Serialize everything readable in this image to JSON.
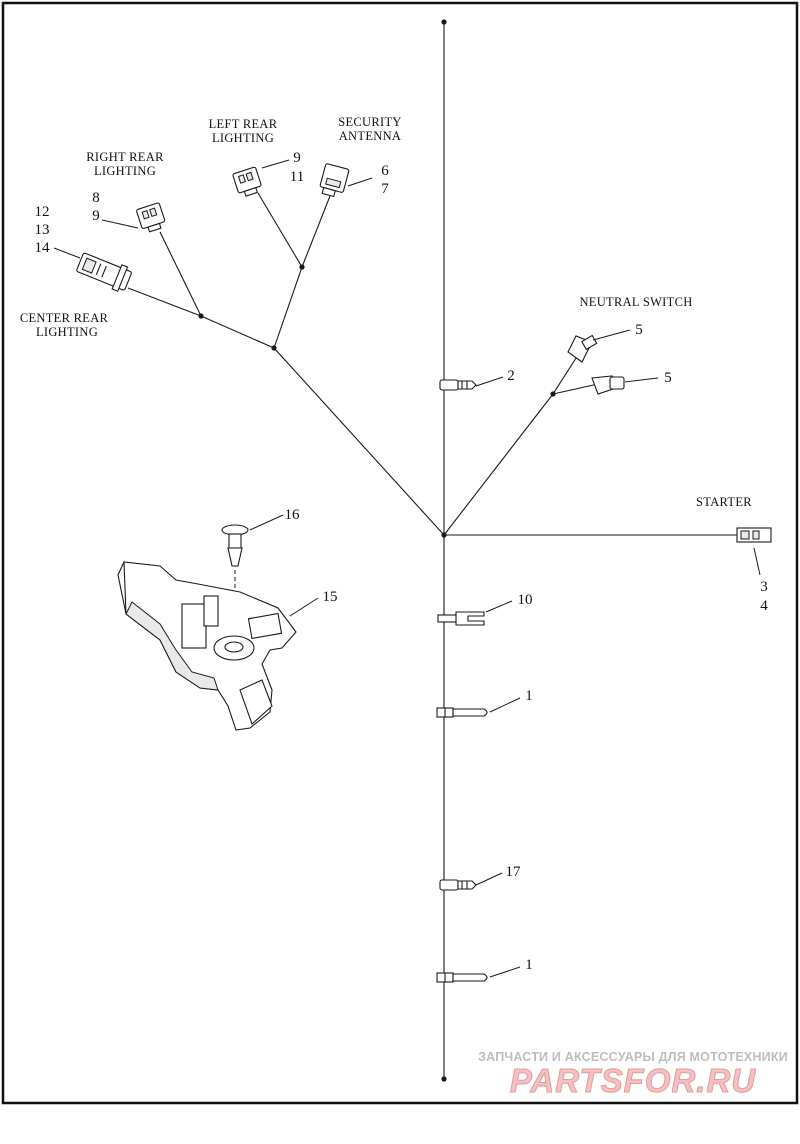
{
  "labels": {
    "right_rear": [
      "RIGHT REAR",
      "LIGHTING"
    ],
    "left_rear": [
      "LEFT REAR",
      "LIGHTING"
    ],
    "security": [
      "SECURITY",
      "ANTENNA"
    ],
    "center_rear": [
      "CENTER REAR",
      "LIGHTING"
    ],
    "neutral_switch": "NEUTRAL SWITCH",
    "starter": "STARTER"
  },
  "callouts": {
    "c8": "8",
    "c9a": "9",
    "c12": "12",
    "c13": "13",
    "c14": "14",
    "c9b": "9",
    "c11": "11",
    "c6": "6",
    "c7": "7",
    "c5a": "5",
    "c5b": "5",
    "c2": "2",
    "c16": "16",
    "c15": "15",
    "c3": "3",
    "c4": "4",
    "c10": "10",
    "c1a": "1",
    "c17": "17",
    "c1b": "1"
  },
  "watermark": {
    "line1": "ЗАПЧАСТИ И АКСЕССУАРЫ ДЛЯ МОТОТЕХНИКИ",
    "line2": "PARTSFOR.RU"
  }
}
